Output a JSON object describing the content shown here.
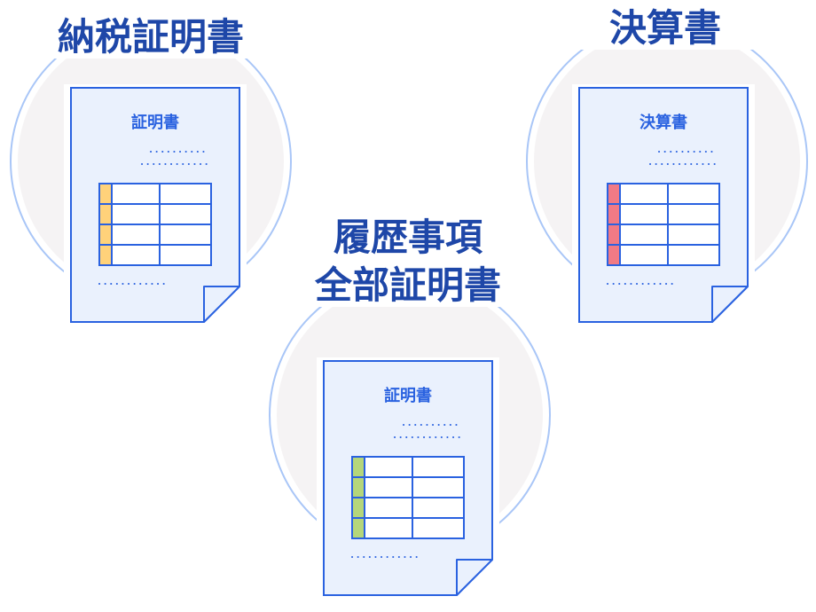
{
  "colors": {
    "title": "#1e47a8",
    "doc_stroke": "#2a62e0",
    "doc_fill": "#eaf1fd",
    "circle_fill": "#f5f3f4",
    "ring": "#a9c6f7"
  },
  "items": [
    {
      "title_lines": [
        "納税証明書"
      ],
      "doc_label": "証明書",
      "accent": "#ffd27a"
    },
    {
      "title_lines": [
        "決算書"
      ],
      "doc_label": "決算書",
      "accent": "#f07a85"
    },
    {
      "title_lines": [
        "履歴事項",
        "全部証明書"
      ],
      "doc_label": "証明書",
      "accent": "#b5d67a"
    }
  ]
}
